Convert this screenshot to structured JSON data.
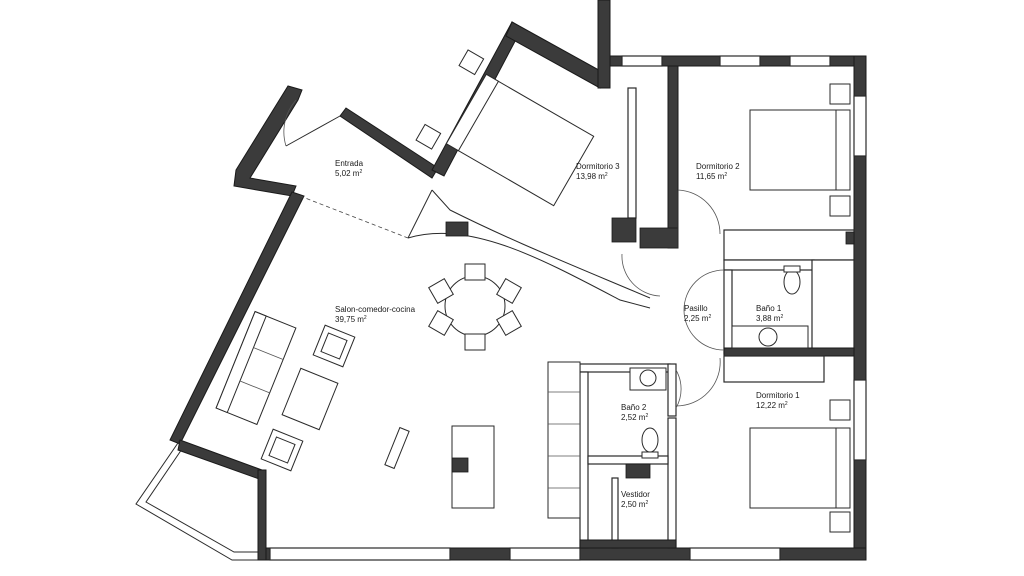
{
  "rooms": [
    {
      "id": "entrada",
      "name": "Entrada",
      "area": "5,02 m",
      "unit_sup": "2"
    },
    {
      "id": "dormitorio3",
      "name": "Dormitorio 3",
      "area": "13,98 m",
      "unit_sup": "2"
    },
    {
      "id": "dormitorio2",
      "name": "Dormitorio 2",
      "area": "11,65 m",
      "unit_sup": "2"
    },
    {
      "id": "salon",
      "name": "Salon-comedor-cocina",
      "area": "39,75 m",
      "unit_sup": "2"
    },
    {
      "id": "pasillo",
      "name": "Pasillo",
      "area": "2,25 m",
      "unit_sup": "2"
    },
    {
      "id": "bano1",
      "name": "Baño 1",
      "area": "3,88 m",
      "unit_sup": "2"
    },
    {
      "id": "bano2",
      "name": "Baño 2",
      "area": "2,52 m",
      "unit_sup": "2"
    },
    {
      "id": "dormitorio1",
      "name": "Dormitorio 1",
      "area": "12,22 m",
      "unit_sup": "2"
    },
    {
      "id": "vestidor",
      "name": "Vestidor",
      "area": "2,50 m",
      "unit_sup": "2"
    }
  ],
  "colors": {
    "wall": "#3b3b3b",
    "line": "#2a2a2a",
    "background": "#ffffff"
  }
}
